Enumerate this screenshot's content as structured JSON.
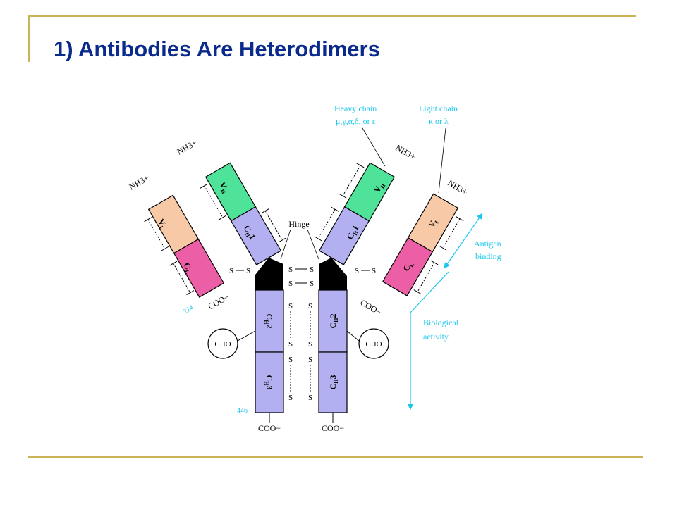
{
  "slide": {
    "title": "1) Antibodies Are Heterodimers"
  },
  "diagram": {
    "callout_heavy_chain": "Heavy chain",
    "callout_heavy_isotypes": "μ,γ,α,δ, or ε",
    "callout_light_chain": "Light chain",
    "callout_light_isotypes": "κ or λ",
    "label_hinge": "Hinge",
    "label_antigen": "Antigen",
    "label_binding": "binding",
    "label_biological": "Biological",
    "label_activity": "activity",
    "terminus_n": "NH3+",
    "terminus_c": "COO−",
    "disulfide": "S",
    "sugar": "CHO",
    "residue_light": "214",
    "residue_heavy": "446",
    "domains": {
      "vl_main": "V",
      "vl_sub": "L",
      "cl_main": "C",
      "cl_sub": "L",
      "vh_main": "V",
      "vh_sub": "H",
      "ch1_main": "C",
      "ch1_sub": "H",
      "ch1_num": "1",
      "ch2_main": "C",
      "ch2_sub": "H",
      "ch2_num": "2",
      "ch3_main": "C",
      "ch3_sub": "H",
      "ch3_num": "3"
    },
    "colors": {
      "light_variable": "#f7c9a6",
      "light_constant": "#ec5fa6",
      "heavy_variable": "#4fe39a",
      "heavy_constant": "#b2b0f0",
      "hinge": "#000000",
      "callout": "#19c7ee",
      "title": "#0a2a8c",
      "rule": "#c9b458"
    }
  }
}
